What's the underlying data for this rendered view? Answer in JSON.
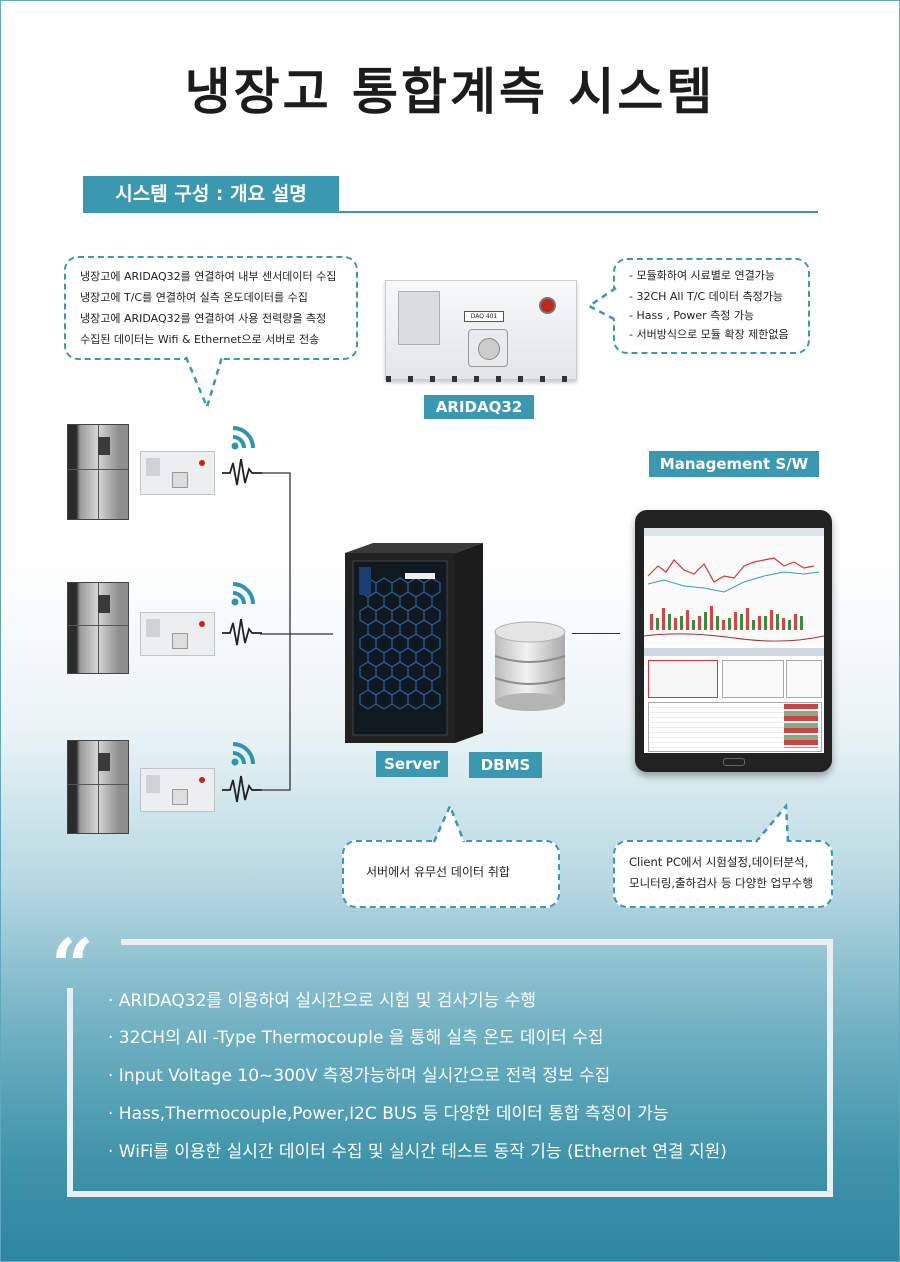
{
  "title": "냉장고 통합계측 시스템",
  "section_label": "시스템 구성 : 개요 설명",
  "left_callout": [
    "냉장고에 ARIDAQ32를  연결하여  내부 센서데이터 수집",
    "냉장고에 T/C를 연결하여 실측 온도데이터를 수집",
    "냉장고에 ARIDAQ32를  연결하여 사용 전력량을 측정",
    "수집된 데이터는 Wifi & Ethernet으로 서버로 전송"
  ],
  "right_callout": [
    "- 모듈화하여 시료별로 연결가능",
    "- 32CH All T/C 데이터 측정가능",
    "- Hass , Power 측정 가능",
    "- 서버방식으로 모듈 확장 제한없음"
  ],
  "device": {
    "label": "ARIDAQ32",
    "panel_text": "DAQ 401"
  },
  "labels": {
    "management": "Management S/W",
    "server": "Server",
    "dbms": "DBMS"
  },
  "server_callout": "서버에서 유무선 데이터 취합",
  "client_callout": [
    "Client PC에서 시험설정,데이터분석,",
    "모니터링,출하검사 등 다양한 업무수행"
  ],
  "quote_mark": "“",
  "bullets": [
    "· ARIDAQ32를 이용하여 실시간으로 시험 및 검사기능 수행",
    "· 32CH의 All -Type Thermocouple 을 통해 실측 온도 데이터 수집",
    "· Input Voltage 10~300V 측정가능하며 실시간으로 전력 정보 수집",
    "· Hass,Thermocouple,Power,I2C BUS 등 다양한 데이터 통합 측정이 가능",
    "· WiFi를 이용한 실시간 데이터 수집 및 실시간 테스트 동작 기능 (Ethernet 연결 지원)"
  ],
  "colors": {
    "accent": "#3a98b0",
    "title": "#1c1c1c"
  }
}
